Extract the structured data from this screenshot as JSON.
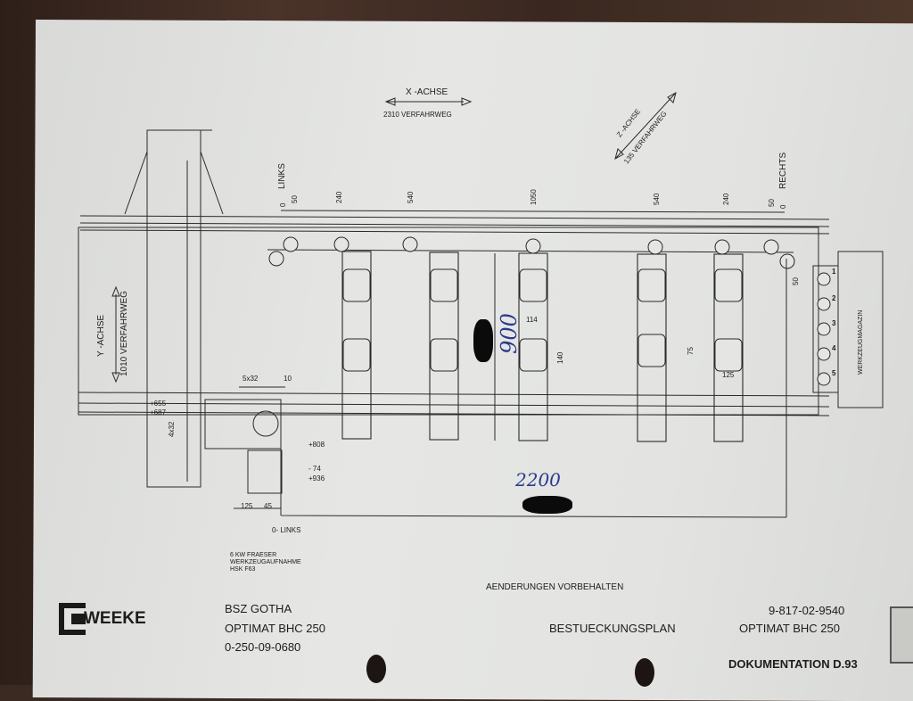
{
  "axes": {
    "x_axis": "X -ACHSE",
    "x_travel": "2310 VERFAHRWEG",
    "z_axis": "Z -ACHSE",
    "z_travel": "135 VERFAHRWEG",
    "y_axis": "Y -ACHSE",
    "y_travel": "1010 VERFAHRWEG"
  },
  "labels": {
    "links": "LINKS",
    "rechts": "RECHTS",
    "zero_links": "0-  LINKS",
    "magazine": "WERKZEUGMAGAZIN"
  },
  "top_dims": [
    "0",
    "50",
    "240",
    "540",
    "1050",
    "540",
    "240",
    "50",
    "0"
  ],
  "right_dim": "50",
  "magazine_slots": [
    "1",
    "2",
    "3",
    "4",
    "5"
  ],
  "inner_dims": {
    "d114": "114",
    "d140": "140",
    "d75": "75",
    "d125": "125"
  },
  "left_dims": {
    "d5x32": "5x32",
    "d10": "10",
    "p655": "+655",
    "p687": "+687",
    "d4x32": "4x32",
    "p808": "+808",
    "m74": "- 74",
    "p936": "+936",
    "d125": "125",
    "d45": "45"
  },
  "handwritten": {
    "vertical": "900",
    "horizontal": "2200"
  },
  "spindle_note": [
    "6 KW    FRAESER",
    "WERKZEUGAUFNAHME",
    "HSK F63"
  ],
  "notice": "AENDERUNGEN VORBEHALTEN",
  "footer": {
    "brand": "WEEKE",
    "customer": "BSZ GOTHA",
    "machine_left": "OPTIMAT BHC 250",
    "number_left": "0-250-09-0680",
    "title": "BESTUECKUNGSPLAN",
    "number_right": "9-817-02-9540",
    "machine_right": "OPTIMAT BHC 250",
    "documentation": "DOKUMENTATION D.93"
  }
}
